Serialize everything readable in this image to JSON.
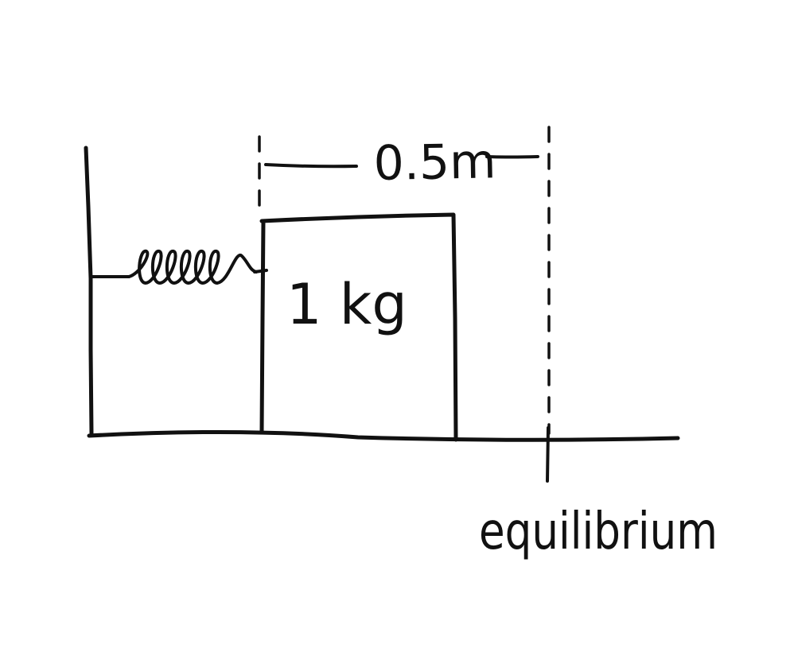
{
  "diagram": {
    "displacement_label": "0.5m",
    "mass_label": "1 kg",
    "equilibrium_label": "equilibrium"
  },
  "colors": {
    "ink": "#111111",
    "background": "#ffffff"
  }
}
